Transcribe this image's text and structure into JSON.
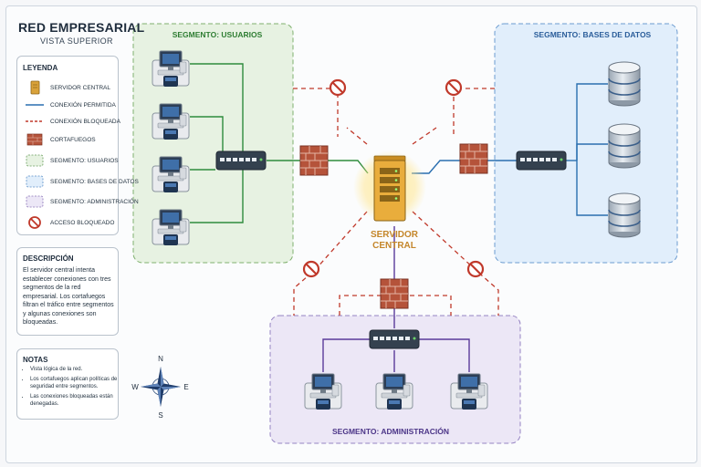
{
  "header": {
    "title": "RED EMPRESARIAL",
    "subtitle": "VISTA SUPERIOR"
  },
  "legend": {
    "title": "LEYENDA",
    "items": [
      {
        "label": "SERVIDOR CENTRAL",
        "icon": "server-icon"
      },
      {
        "label": "CONEXIÓN PERMITIDA",
        "icon": "solid-line-icon"
      },
      {
        "label": "CONEXIÓN BLOQUEADA",
        "icon": "dashed-line-icon"
      },
      {
        "label": "CORTAFUEGOS",
        "icon": "firewall-icon"
      },
      {
        "label": "SEGMENTO: USUARIOS",
        "icon": "user-segment-icon"
      },
      {
        "label": "SEGMENTO: BASES DE DATOS",
        "icon": "db-segment-icon"
      },
      {
        "label": "SEGMENTO: ADMINISTRACIÓN",
        "icon": "admin-segment-icon"
      },
      {
        "label": "ACCESO BLOQUEADO",
        "icon": "blocked-icon"
      }
    ]
  },
  "description": {
    "title": "DESCRIPCIÓN",
    "text": "El servidor central intenta establecer conexiones con tres segmentos de la red empresarial. Los cortafuegos filtran el tráfico entre segmentos y algunas conexiones son bloqueadas."
  },
  "notes": {
    "title": "NOTAS",
    "items": [
      "Vista lógica de la red.",
      "Los cortafuegos aplican políticas de seguridad entre segmentos.",
      "Las conexiones bloqueadas están denegadas."
    ]
  },
  "compass": {
    "n": "N",
    "s": "S",
    "e": "E",
    "w": "W"
  },
  "segments": {
    "users": {
      "label": "SEGMENTO: USUARIOS"
    },
    "databases": {
      "label": "SEGMENTO: BASES DE DATOS"
    },
    "admin": {
      "label": "SEGMENTO: ADMINISTRACIÓN"
    }
  },
  "server": {
    "line1": "SERVIDOR",
    "line2": "CENTRAL"
  },
  "colors": {
    "allowed": "#2a6fb0",
    "users_link": "#2e8b3c",
    "admin_link": "#5a3a9a",
    "blocked": "#c0392b",
    "users_fill": "#e7f2e2",
    "db_fill": "#e1eefb",
    "admin_fill": "#ece7f6"
  }
}
